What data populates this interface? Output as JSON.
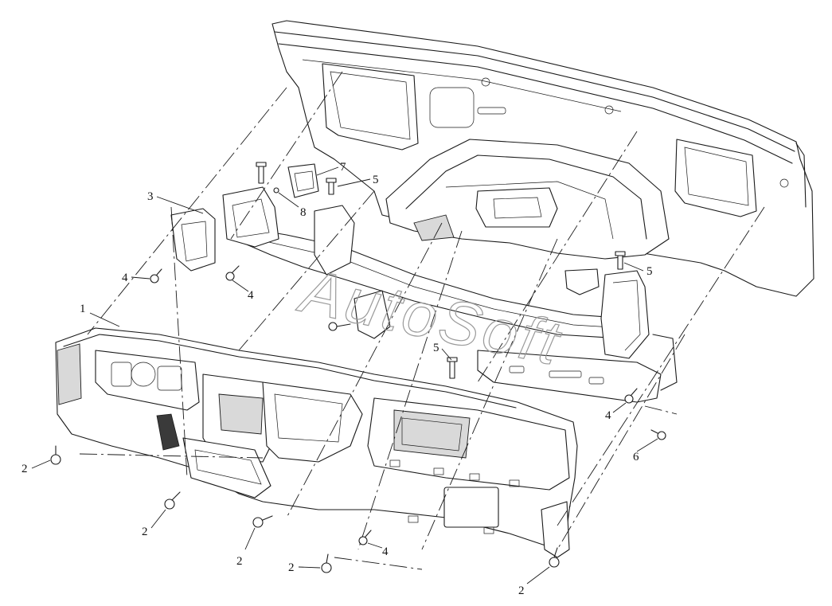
{
  "watermark": "AutoSoft",
  "callouts": {
    "c1": "1",
    "c2a": "2",
    "c2b": "2",
    "c2c": "2",
    "c2d": "2",
    "c2e": "2",
    "c3": "3",
    "c4a": "4",
    "c4b": "4",
    "c4c": "4",
    "c4d": "4",
    "c5a": "5",
    "c5b": "5",
    "c5c": "5",
    "c6": "6",
    "c7": "7",
    "c8": "8"
  }
}
